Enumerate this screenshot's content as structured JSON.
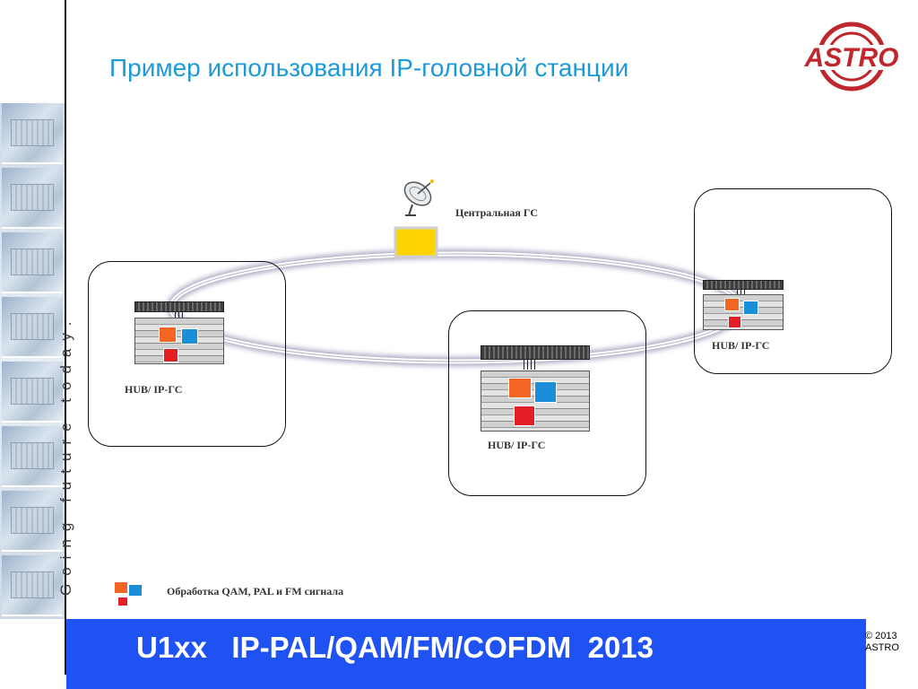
{
  "title": "Пример использования IP-головной станции",
  "tagline": "Going future today.",
  "central_label": "Центральная ГС",
  "hubs": [
    {
      "label": "HUB/ IP-ГС"
    },
    {
      "label": "HUB/ IP-ГС"
    },
    {
      "label": "HUB/ IP-ГС"
    }
  ],
  "legend_label": "Обработка QAM, PAL и FM сигнала",
  "footer": {
    "text": "U1xx   IP-PAL/QAM/FM/COFDM  2013"
  },
  "copyright": {
    "line1": "© 2013",
    "line2": "ASTRO"
  },
  "logo_text": "ASTRO",
  "colors": {
    "title": "#1d9ad6",
    "footer_bg": "#1f52f2",
    "logo": "#c0272d",
    "module_orange": "#f26522",
    "module_blue": "#1a8fd8",
    "module_red": "#e31e24",
    "central_box": "#ffd400"
  }
}
